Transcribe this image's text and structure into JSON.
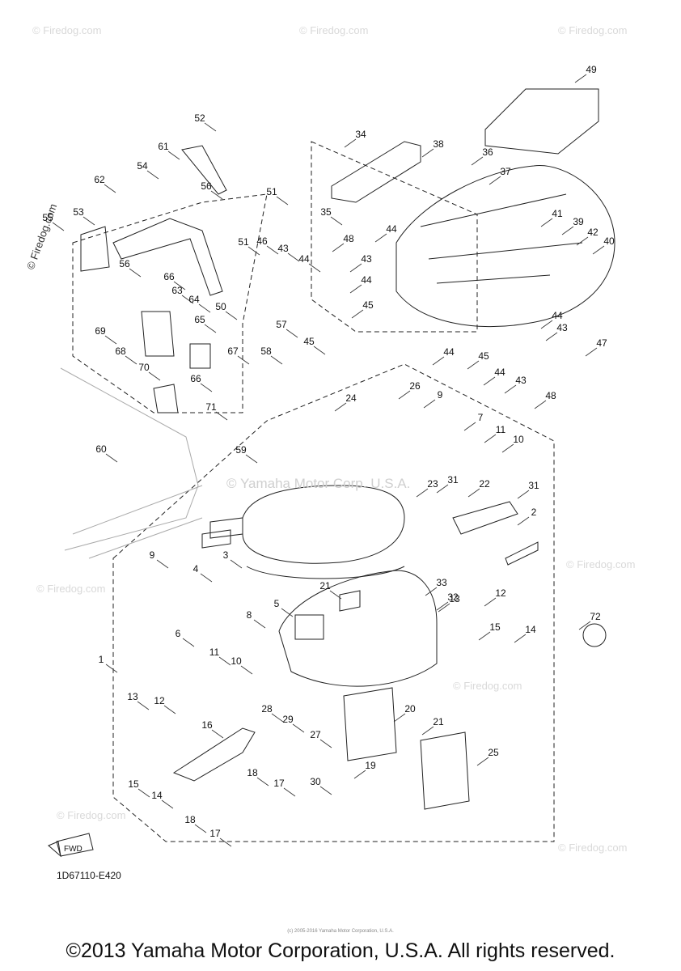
{
  "diagram": {
    "code": "1D67110-E420",
    "fwd_label": "FWD",
    "copyright": "©2013 Yamaha Motor Corporation, U.S.A. All rights reserved.",
    "fine_print": "(c) 2005-2016 Yamaha Motor Corporation, U.S.A.",
    "center_watermark": "© Yamaha Motor Corp. U.S.A.",
    "watermark": "© Firedog.com",
    "side_watermark": "© Firedog.com",
    "callouts": [
      "1",
      "2",
      "3",
      "4",
      "5",
      "6",
      "7",
      "8",
      "9",
      "9",
      "10",
      "10",
      "11",
      "11",
      "12",
      "12",
      "13",
      "13",
      "14",
      "14",
      "15",
      "15",
      "16",
      "17",
      "17",
      "18",
      "18",
      "19",
      "20",
      "21",
      "21",
      "22",
      "23",
      "24",
      "25",
      "26",
      "27",
      "28",
      "29",
      "30",
      "31",
      "31",
      "32",
      "33",
      "34",
      "35",
      "36",
      "37",
      "38",
      "39",
      "40",
      "41",
      "42",
      "43",
      "43",
      "43",
      "43",
      "44",
      "44",
      "44",
      "44",
      "44",
      "44",
      "45",
      "45",
      "45",
      "46",
      "47",
      "48",
      "48",
      "49",
      "50",
      "51",
      "51",
      "52",
      "53",
      "54",
      "55",
      "56",
      "56",
      "57",
      "58",
      "59",
      "60",
      "61",
      "62",
      "63",
      "64",
      "65",
      "66",
      "66",
      "67",
      "68",
      "69",
      "70",
      "71",
      "72"
    ]
  }
}
